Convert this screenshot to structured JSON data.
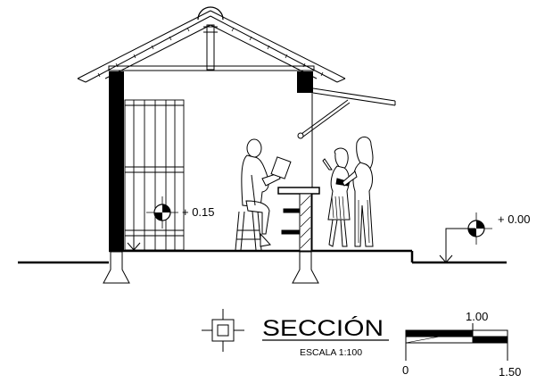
{
  "drawing": {
    "title": "SECCIÓN",
    "scale_label": "ESCALA 1:100",
    "levels": {
      "interior": "+ 0.15",
      "exterior": "+ 0.00"
    },
    "scale_bar": {
      "label_zero": "0",
      "label_one": "1.00",
      "label_one_half": "1.50"
    }
  }
}
